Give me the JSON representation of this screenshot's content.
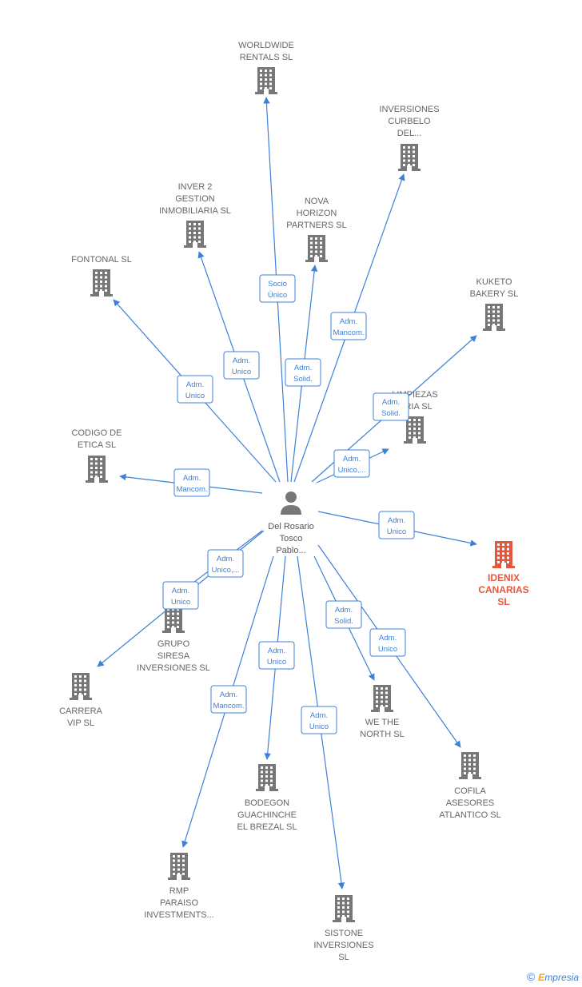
{
  "person": {
    "label_lines": [
      "Del Rosario",
      "Tosco",
      "Pablo..."
    ],
    "icon": "person-icon"
  },
  "focus_company": {
    "label_lines": [
      "IDENIX",
      "CANARIAS",
      "SL"
    ],
    "color": "#e8563a"
  },
  "colors": {
    "edge": "#3d80d8",
    "building": "#777777",
    "focus": "#e8563a"
  },
  "companies": [
    {
      "id": "worldwide",
      "label_lines": [
        "WORLDWIDE",
        "RENTALS  SL"
      ],
      "relation": [
        "Socio",
        "Único"
      ]
    },
    {
      "id": "curbelo",
      "label_lines": [
        "INVERSIONES",
        "CURBELO",
        "DEL..."
      ],
      "relation": [
        "Adm.",
        "Mancom."
      ]
    },
    {
      "id": "inver2",
      "label_lines": [
        "INVER 2",
        "GESTION",
        "INMOBILIARIA SL"
      ],
      "relation": [
        "Adm.",
        "Unico"
      ]
    },
    {
      "id": "nova",
      "label_lines": [
        "NOVA",
        "HORIZON",
        "PARTNERS  SL"
      ],
      "relation": [
        "Adm.",
        "Solid."
      ]
    },
    {
      "id": "fontonal",
      "label_lines": [
        "FONTONAL  SL"
      ],
      "relation": [
        "Adm.",
        "Unico"
      ]
    },
    {
      "id": "kuketo",
      "label_lines": [
        "KUKETO",
        "BAKERY  SL"
      ],
      "relation": [
        "Adm.",
        "Solid."
      ]
    },
    {
      "id": "limpiezas",
      "label_lines": [
        "LIMPIEZAS",
        "...RIA  SL"
      ],
      "relation": [
        "Adm.",
        "Unico,..."
      ]
    },
    {
      "id": "codigo",
      "label_lines": [
        "CODIGO DE",
        "ETICA SL"
      ],
      "relation": [
        "Adm.",
        "Mancom."
      ]
    },
    {
      "id": "idenix",
      "label_lines": [
        "IDENIX",
        "CANARIAS",
        "SL"
      ],
      "relation": [
        "Adm.",
        "Unico"
      ]
    },
    {
      "id": "siresa",
      "label_lines": [
        "GRUPO",
        "SIRESA",
        "INVERSIONES SL"
      ],
      "relation": [
        "Adm.",
        "Unico,..."
      ]
    },
    {
      "id": "carrera",
      "label_lines": [
        "CARRERA",
        "VIP  SL"
      ],
      "relation": [
        "Adm.",
        "Unico"
      ]
    },
    {
      "id": "wethe",
      "label_lines": [
        "WE THE",
        "NORTH  SL"
      ],
      "relation": [
        "Adm.",
        "Solid."
      ]
    },
    {
      "id": "cofila",
      "label_lines": [
        "COFILA",
        "ASESORES",
        "ATLANTICO  SL"
      ],
      "relation": [
        "Adm.",
        "Unico"
      ]
    },
    {
      "id": "bodegon",
      "label_lines": [
        "BODEGON",
        "GUACHINCHE",
        "EL BREZAL  SL"
      ],
      "relation": [
        "Adm.",
        "Unico"
      ]
    },
    {
      "id": "rmp",
      "label_lines": [
        "RMP",
        "PARAISO",
        "INVESTMENTS..."
      ],
      "relation": [
        "Adm.",
        "Mancom."
      ]
    },
    {
      "id": "sistone",
      "label_lines": [
        "SISTONE",
        "INVERSIONES",
        "SL"
      ],
      "relation": [
        "Adm.",
        "Unico"
      ]
    }
  ],
  "footer": {
    "copyright": "©",
    "brand_initial": "E",
    "brand_rest": "mpresia"
  }
}
